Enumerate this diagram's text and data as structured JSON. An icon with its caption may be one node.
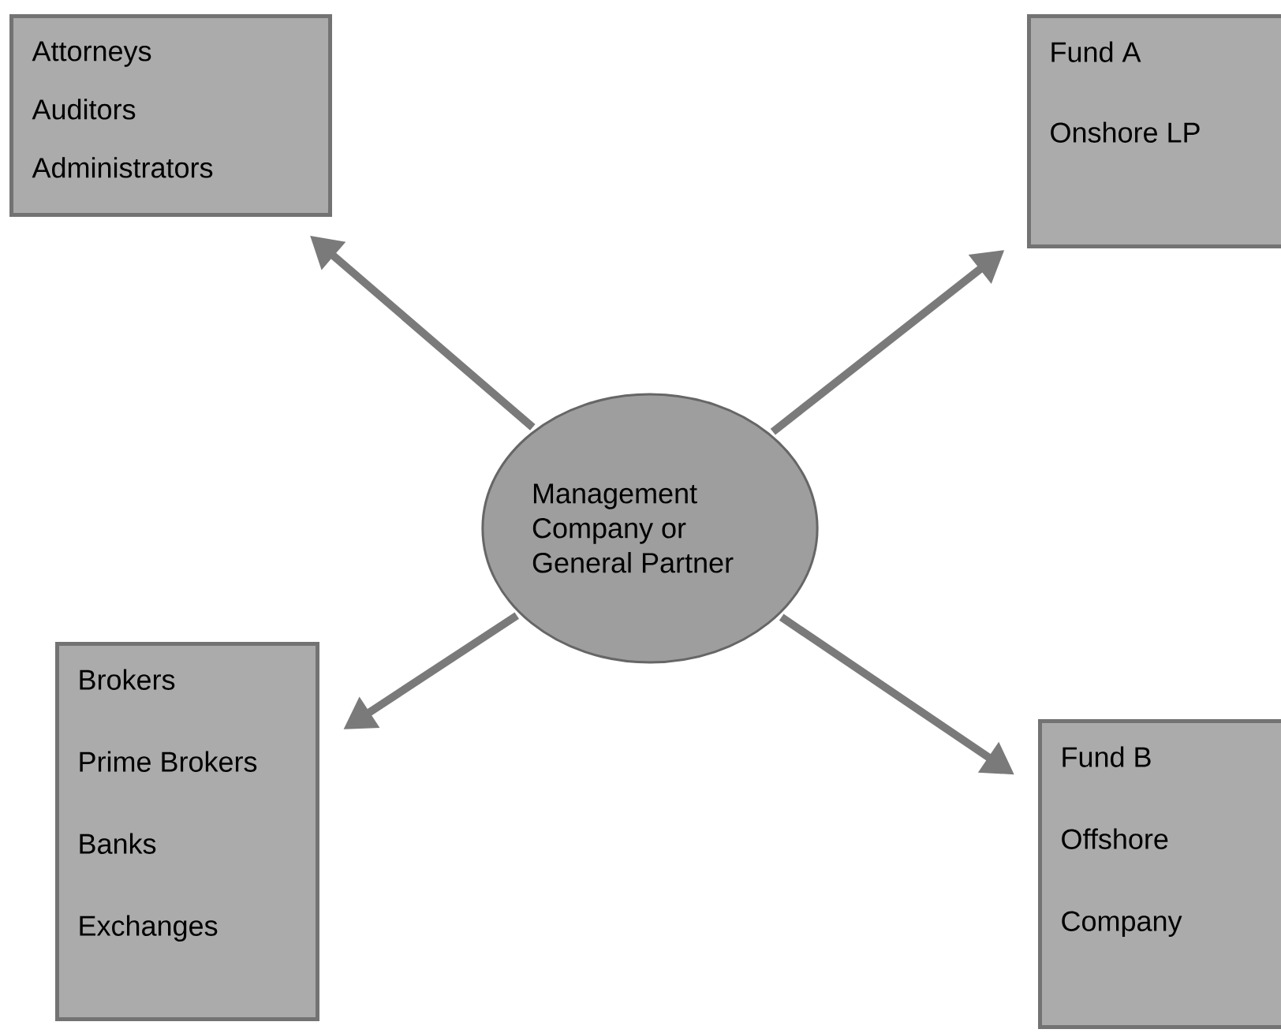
{
  "diagram": {
    "nodes": [
      {
        "text": [
          "Attorneys",
          "Auditors",
          "Administrators"
        ]
      },
      {
        "text": [
          "Fund A",
          "Onshore LP"
        ]
      },
      {
        "text": [
          "Management Company or General Partner"
        ]
      },
      {
        "text": [
          "Brokers",
          "Prime Brokers",
          "Banks",
          "Exchanges"
        ]
      },
      {
        "text": [
          "Fund B",
          "Offshore",
          "Company"
        ]
      }
    ],
    "edges": [
      {
        "from": 2,
        "to": 0,
        "arrow": "to"
      },
      {
        "from": 2,
        "to": 1,
        "arrow": "to"
      },
      {
        "from": 2,
        "to": 3,
        "arrow": "to"
      },
      {
        "from": 2,
        "to": 4,
        "arrow": "to"
      }
    ]
  }
}
